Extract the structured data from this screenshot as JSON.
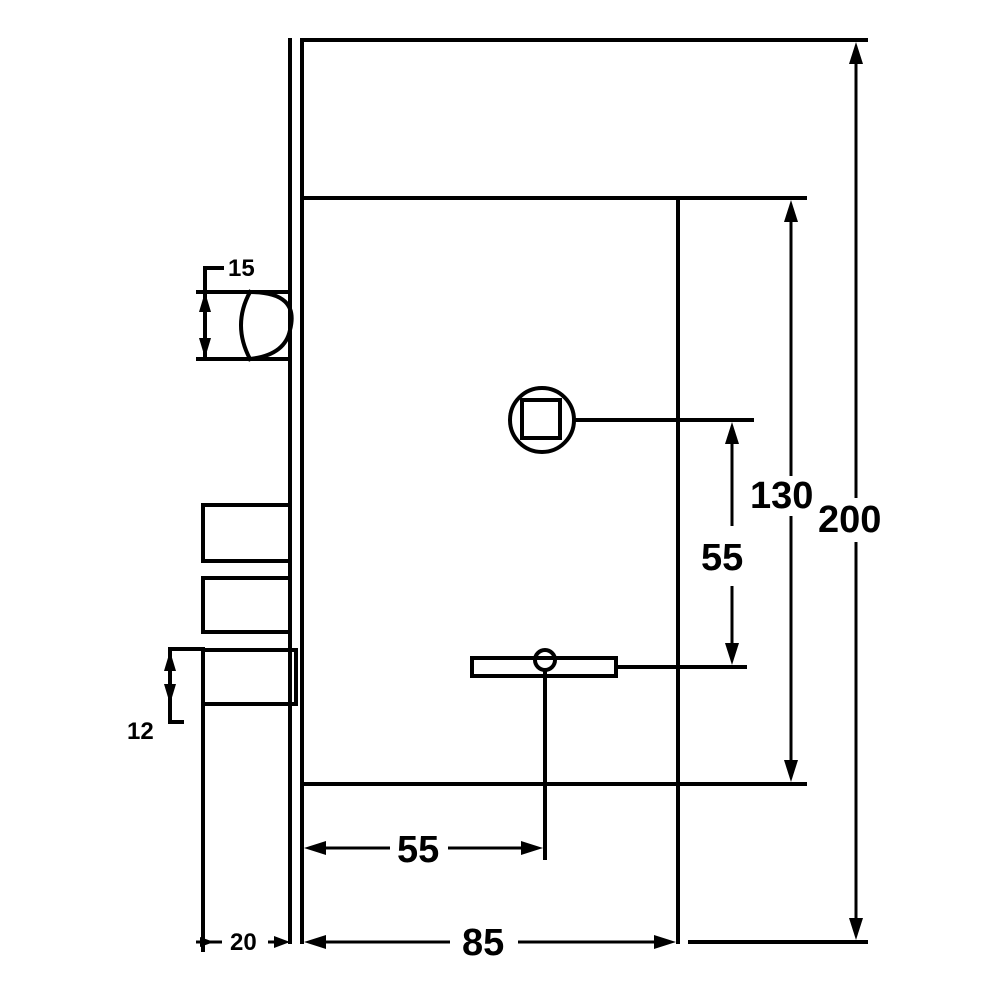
{
  "dimensions": {
    "total_height": "200",
    "case_height": "130",
    "spindle_to_keyhole": "55",
    "backset": "55",
    "case_depth": "85",
    "faceplate_thickness": "20",
    "latch_height": "15",
    "bolt_height": "12"
  }
}
